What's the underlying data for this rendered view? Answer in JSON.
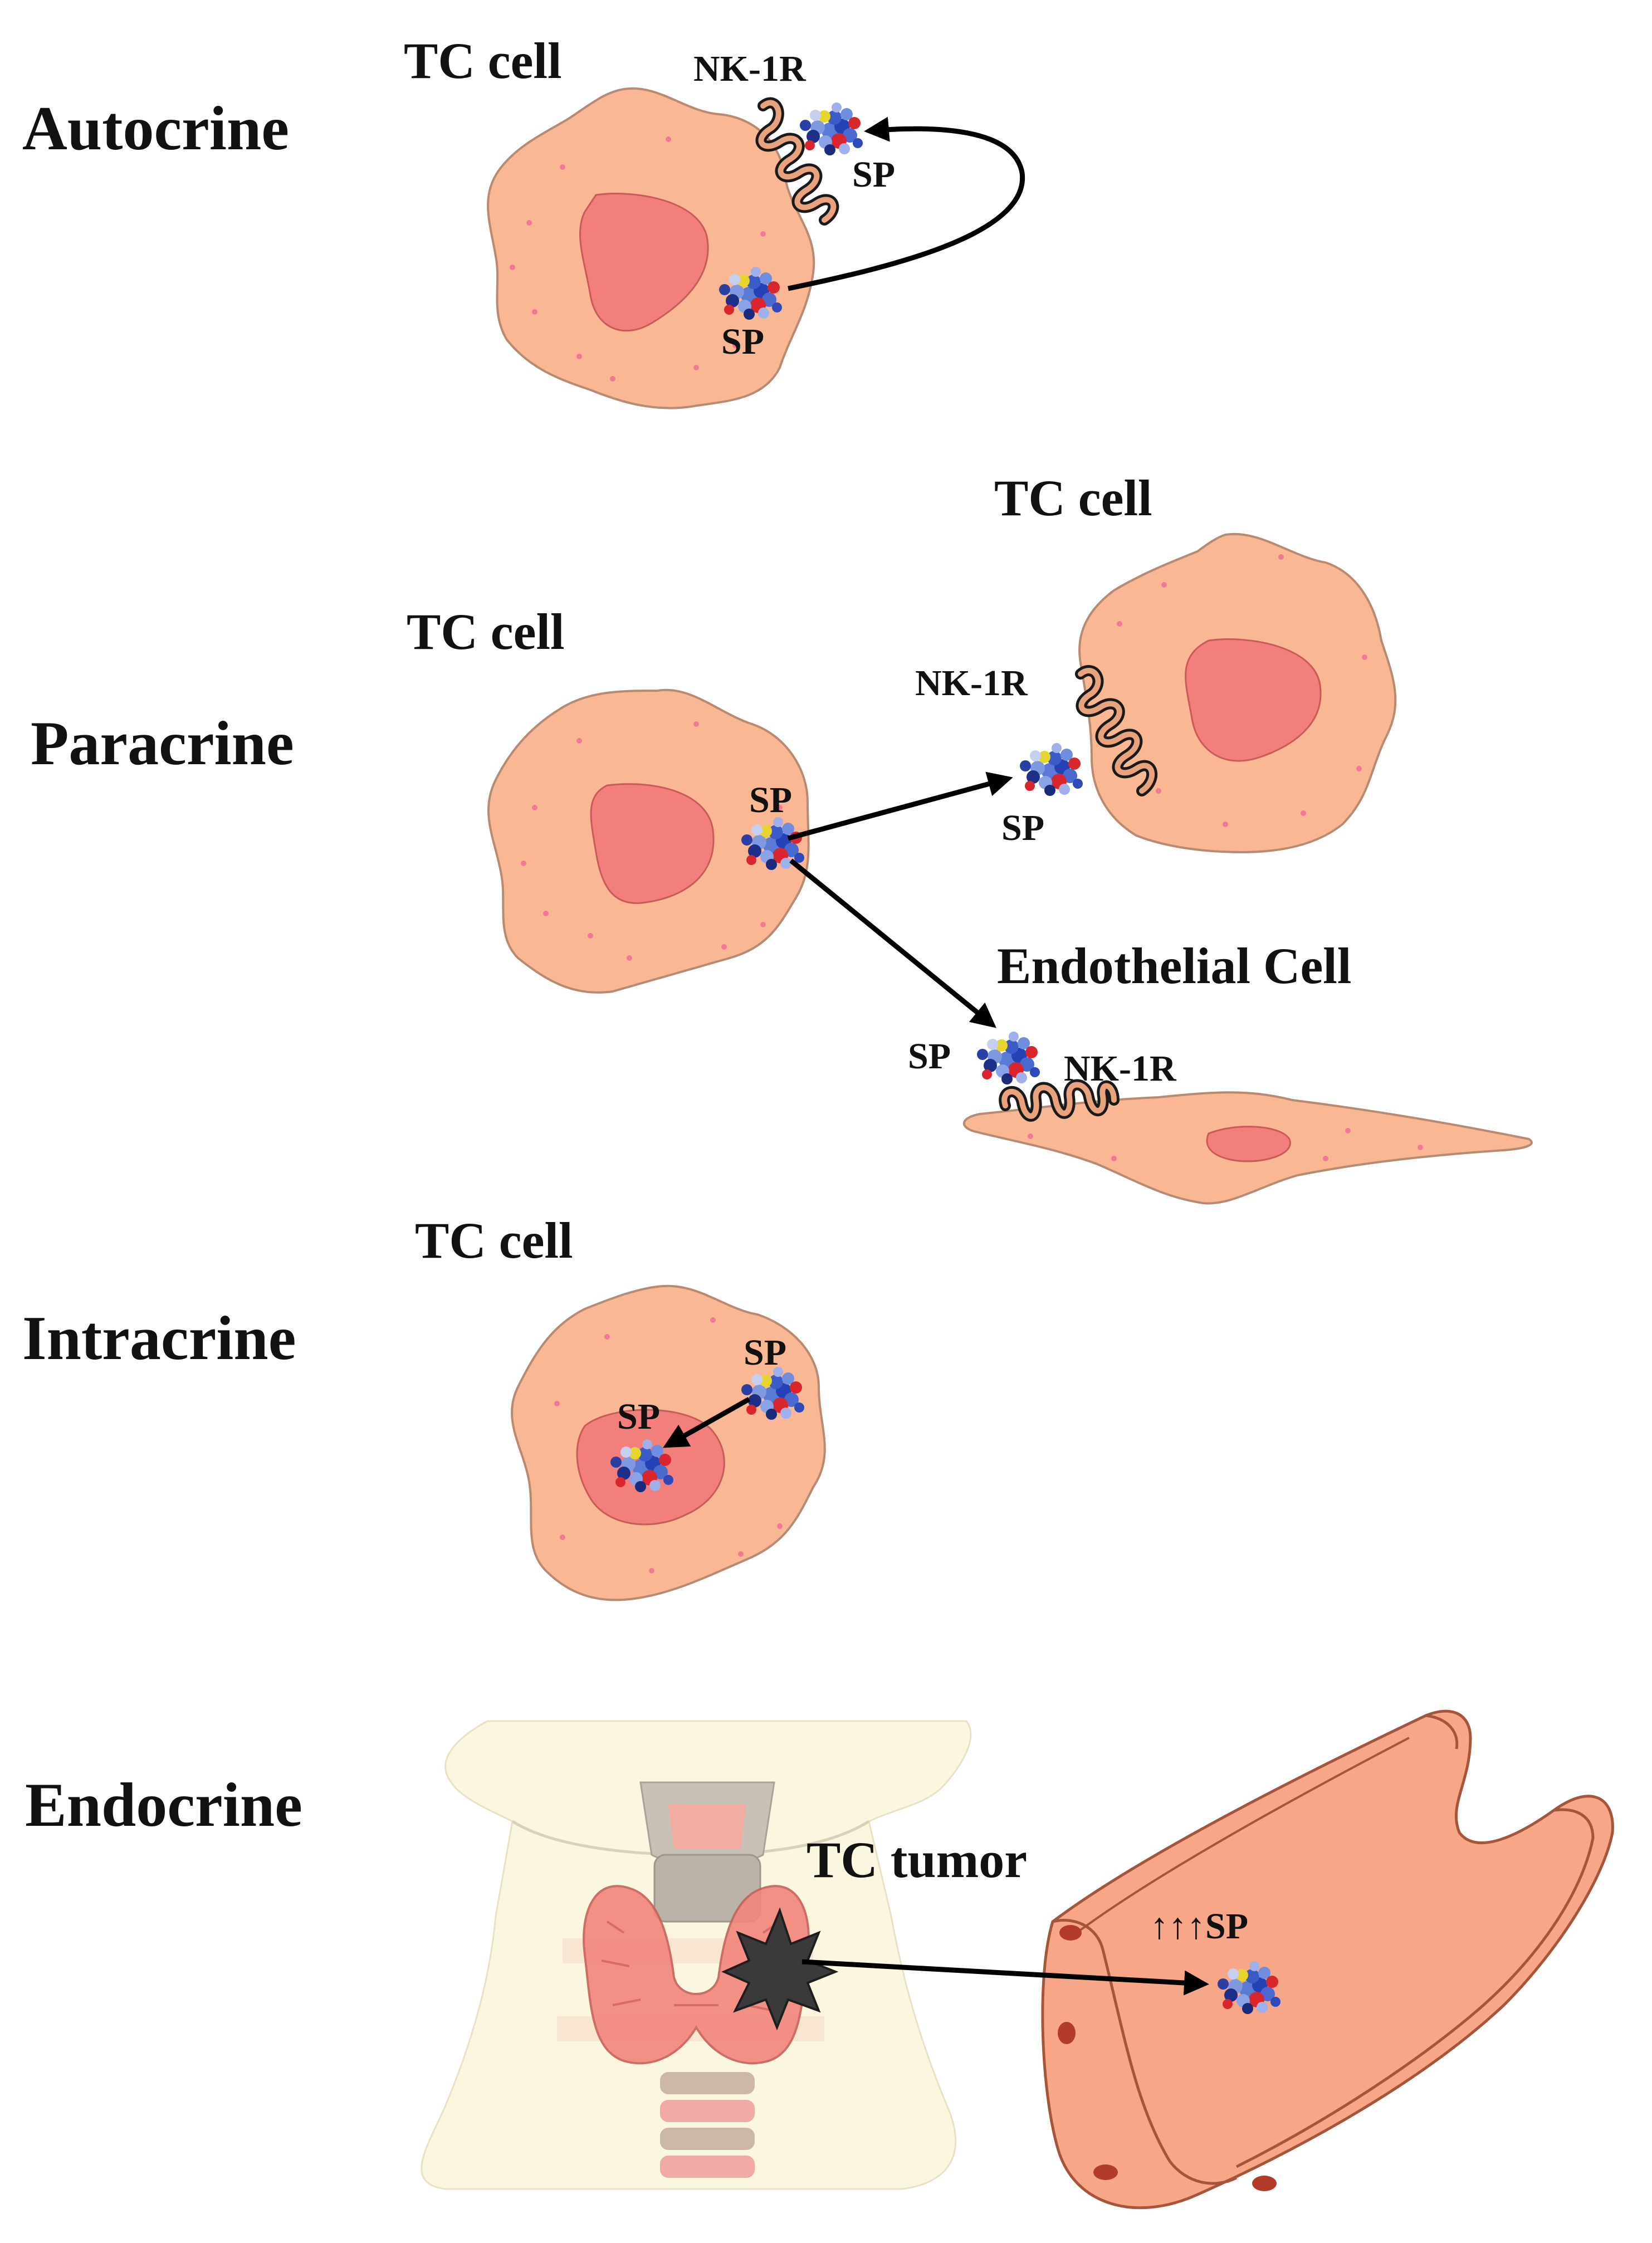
{
  "sections": {
    "autocrine": "Autocrine",
    "paracrine": "Paracrine",
    "intracrine": "Intracrine",
    "endocrine": "Endocrine"
  },
  "labels": {
    "tc_cell": "TC cell",
    "nk1r": "NK-1R",
    "sp": "SP",
    "endothelial_cell": "Endothelial Cell",
    "tc_tumor": "TC tumor",
    "increase_sp": "↑↑↑SP"
  },
  "colors": {
    "cytoplasm": "#f9b893",
    "nucleus": "#f27f7c",
    "vessel": "#f7a688",
    "tumor": "#3a3a3a"
  }
}
